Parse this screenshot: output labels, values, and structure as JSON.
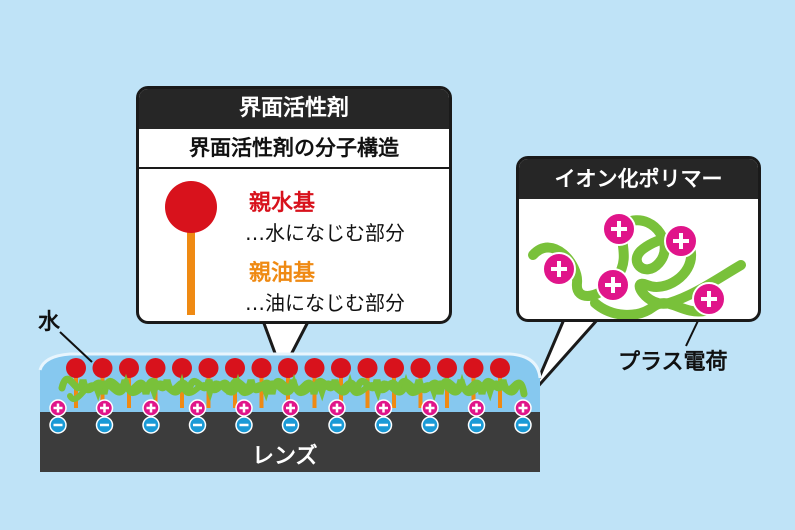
{
  "surfactant_box": {
    "title": "界面活性剤",
    "subtitle": "界面活性剤の分子構造",
    "hydrophilic": {
      "name": "親水基",
      "desc": "…水になじむ部分"
    },
    "lipophilic": {
      "name": "親油基",
      "desc": "…油になじむ部分"
    }
  },
  "polymer_box": {
    "title": "イオン化ポリマー"
  },
  "labels": {
    "water": "水",
    "lens": "レンズ",
    "positive_charge": "プラス電荷"
  },
  "colors": {
    "background": "#bfe3f7",
    "hydrophilic_head": "#d8121c",
    "lipophilic_tail": "#ef8a13",
    "polymer": "#79c13a",
    "positive": "#e0158a",
    "negative": "#1a9ad6",
    "lens": "#3c3c3c"
  },
  "icons": {
    "plus": "plus-sign-icon",
    "minus": "minus-sign-icon"
  }
}
